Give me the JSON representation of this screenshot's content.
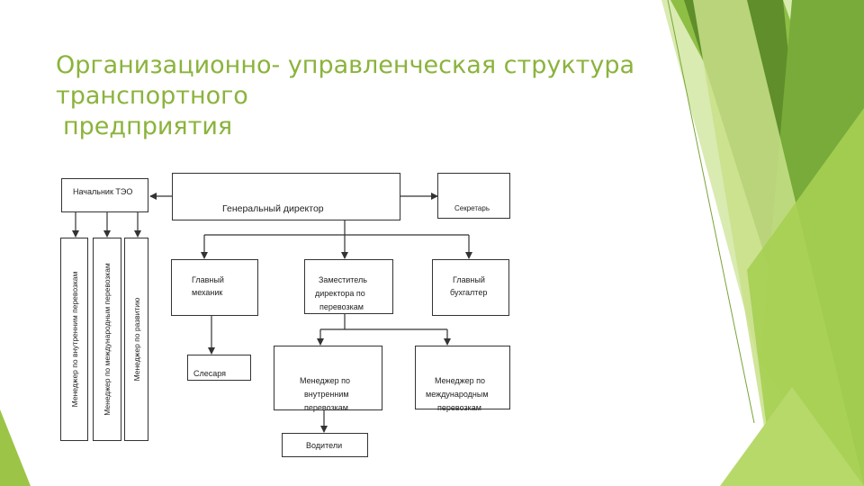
{
  "slide": {
    "title_lines": [
      "Организационно- управленческая структура",
      "транспортного",
      "предприятия"
    ]
  },
  "colors": {
    "title": "#8bb33c",
    "accent_light": "#c9e08a",
    "accent_mid": "#9cc547",
    "accent_dark": "#5f8e2a"
  },
  "org_chart": {
    "nodes": {
      "head_teo": "Начальник ТЭО",
      "general_director": "Генеральный директор",
      "secretary": "Секретарь",
      "manager_domestic_vertical": "Менеджер по внутренним перевозкам",
      "manager_international_vertical": "Менеджер по международным перевозкам",
      "manager_development": "Менеджер по развитию",
      "chief_mechanic_l1": "Главный",
      "chief_mechanic_l2": "механик",
      "deputy_l1": "Заместитель",
      "deputy_l2": "директора по",
      "deputy_l3": "перевозкам",
      "chief_accountant_l1": "Главный",
      "chief_accountant_l2": "бухгалтер",
      "locksmiths": "Слесаря",
      "manager_domestic_l1": "Менеджер по",
      "manager_domestic_l2": "внутренним",
      "manager_domestic_l3": "перевозкам",
      "manager_intl_l1": "Менеджер по",
      "manager_intl_l2": "международным",
      "manager_intl_l3": "перевозкам",
      "drivers": "Водители"
    }
  }
}
